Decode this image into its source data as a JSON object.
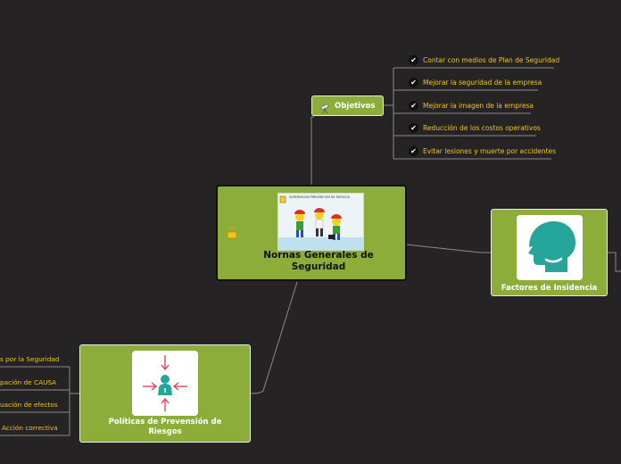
{
  "central": {
    "title": "Nornas Generales de Seguridad",
    "image_caption": "SUPERVISION PREVENCIÓN DE RIESGOS"
  },
  "objetivos": {
    "title": "Objetivos",
    "items": [
      "Contar con medios de Plan de Seguridad",
      "Mejorar la seguridad de la empresa",
      "Mejorar la imagen de la empresa",
      "Reducción de los costos operativos",
      "Evitar lesiones y muerte por accidentes"
    ]
  },
  "factores": {
    "title": "Factores de Insidencia"
  },
  "politicas": {
    "title": "Políticas de Prevensión de Riesgos",
    "items": [
      "s por la Seguridad",
      "pación de  CAUSA",
      "uación de efectos",
      "Acción correctiva"
    ]
  },
  "colors": {
    "background": "#252323",
    "node": "#8dad3a",
    "label": "#f0c419",
    "line": "#8a8a8a",
    "teal": "#26a69a",
    "red": "#e53950"
  }
}
